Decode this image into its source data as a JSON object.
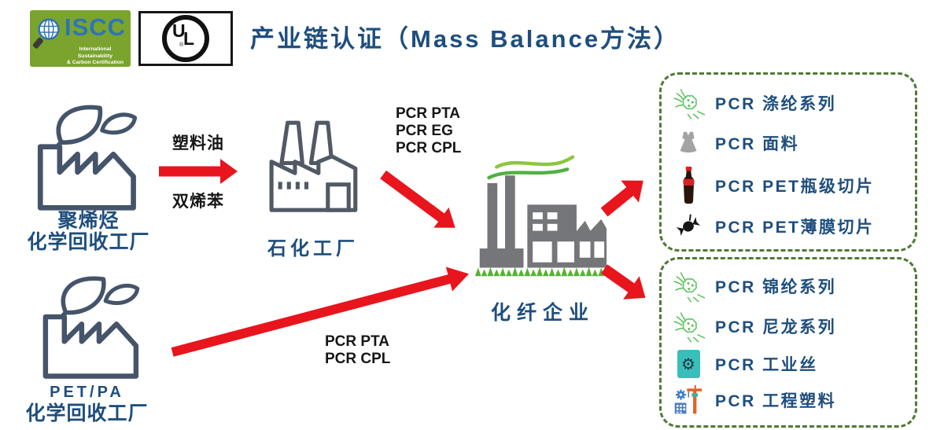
{
  "logos": {
    "iscc": {
      "name": "ISCC",
      "subtitle_line1": "International Sustainability",
      "subtitle_line2": "& Carbon Certification"
    },
    "ul": {
      "mark_u": "U",
      "mark_l": "L",
      "registered": "®"
    }
  },
  "title": "产业链认证（Mass Balance方法）",
  "nodes": {
    "polyolefin": {
      "line1": "聚烯烃",
      "line2": "化学回收工厂"
    },
    "petrochemical": {
      "label": "石化工厂"
    },
    "fiber": {
      "label": "化纤企业"
    },
    "petpa": {
      "line1": "PET/PA",
      "line2": "化学回收工厂"
    }
  },
  "flow_labels": {
    "plastic_oil": "塑料油",
    "dialkene_benzene": "双烯苯",
    "petro_to_fiber": [
      "PCR PTA",
      "PCR EG",
      "PCR CPL"
    ],
    "petpa_to_fiber": [
      "PCR PTA",
      "PCR CPL"
    ]
  },
  "outputs": {
    "polyester_box": [
      {
        "icon": "fiber-icon",
        "label": "PCR 涤纶系列"
      },
      {
        "icon": "dress-icon",
        "label": "PCR 面料"
      },
      {
        "icon": "cola-bottle-icon",
        "label": "PCR PET瓶级切片"
      },
      {
        "icon": "candy-icon",
        "label": "PCR PET薄膜切片"
      }
    ],
    "nylon_box": [
      {
        "icon": "fiber-icon",
        "label": "PCR 锦纶系列"
      },
      {
        "icon": "fiber-icon",
        "label": "PCR 尼龙系列"
      },
      {
        "icon": "doc-gear-icon",
        "label": "PCR 工业丝"
      },
      {
        "icon": "building-crane-icon",
        "label": "PCR 工程塑料"
      }
    ]
  },
  "colors": {
    "accent_blue": "#1E4E7E",
    "arrow_red": "#E8151D",
    "box_border_green": "#4F7A36",
    "factory_outline": "#44546A",
    "factory_gray": "#757679",
    "fiber_green": "#54C158",
    "iscc_green": "#7AA42E"
  }
}
